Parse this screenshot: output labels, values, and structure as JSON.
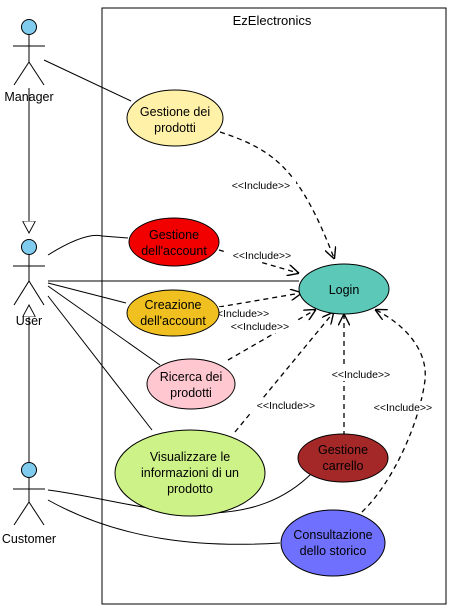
{
  "system": {
    "title": "EzElectronics"
  },
  "actors": {
    "manager": {
      "label": "Manager"
    },
    "user": {
      "label": "User"
    },
    "customer": {
      "label": "Customer"
    }
  },
  "use_cases": {
    "gestione_prodotti": {
      "lines": [
        "Gestione dei",
        "prodotti"
      ],
      "color": "#FFF2A8"
    },
    "gestione_account": {
      "lines": [
        "Gestione",
        "dell'account"
      ],
      "color": "#F20000"
    },
    "creazione_account": {
      "lines": [
        "Creazione",
        "dell'account"
      ],
      "color": "#F0C020"
    },
    "ricerca_prodotti": {
      "lines": [
        "Ricerca dei",
        "prodotti"
      ],
      "color": "#FFC8D0"
    },
    "visualizzare": {
      "lines": [
        "Visualizzare le",
        "informazioni di un",
        "prodotto"
      ],
      "color": "#CCF288"
    },
    "login": {
      "lines": [
        "Login"
      ],
      "color": "#5CC8B8"
    },
    "gestione_carrello": {
      "lines": [
        "Gestione",
        "carrello"
      ],
      "color": "#A52828"
    },
    "consultazione": {
      "lines": [
        "Consultazione",
        "dello storico"
      ],
      "color": "#7070FF"
    }
  },
  "relation_label": "<<Include>>",
  "colors": {
    "actor_fill": "#7FCCEE",
    "line": "#000000"
  }
}
